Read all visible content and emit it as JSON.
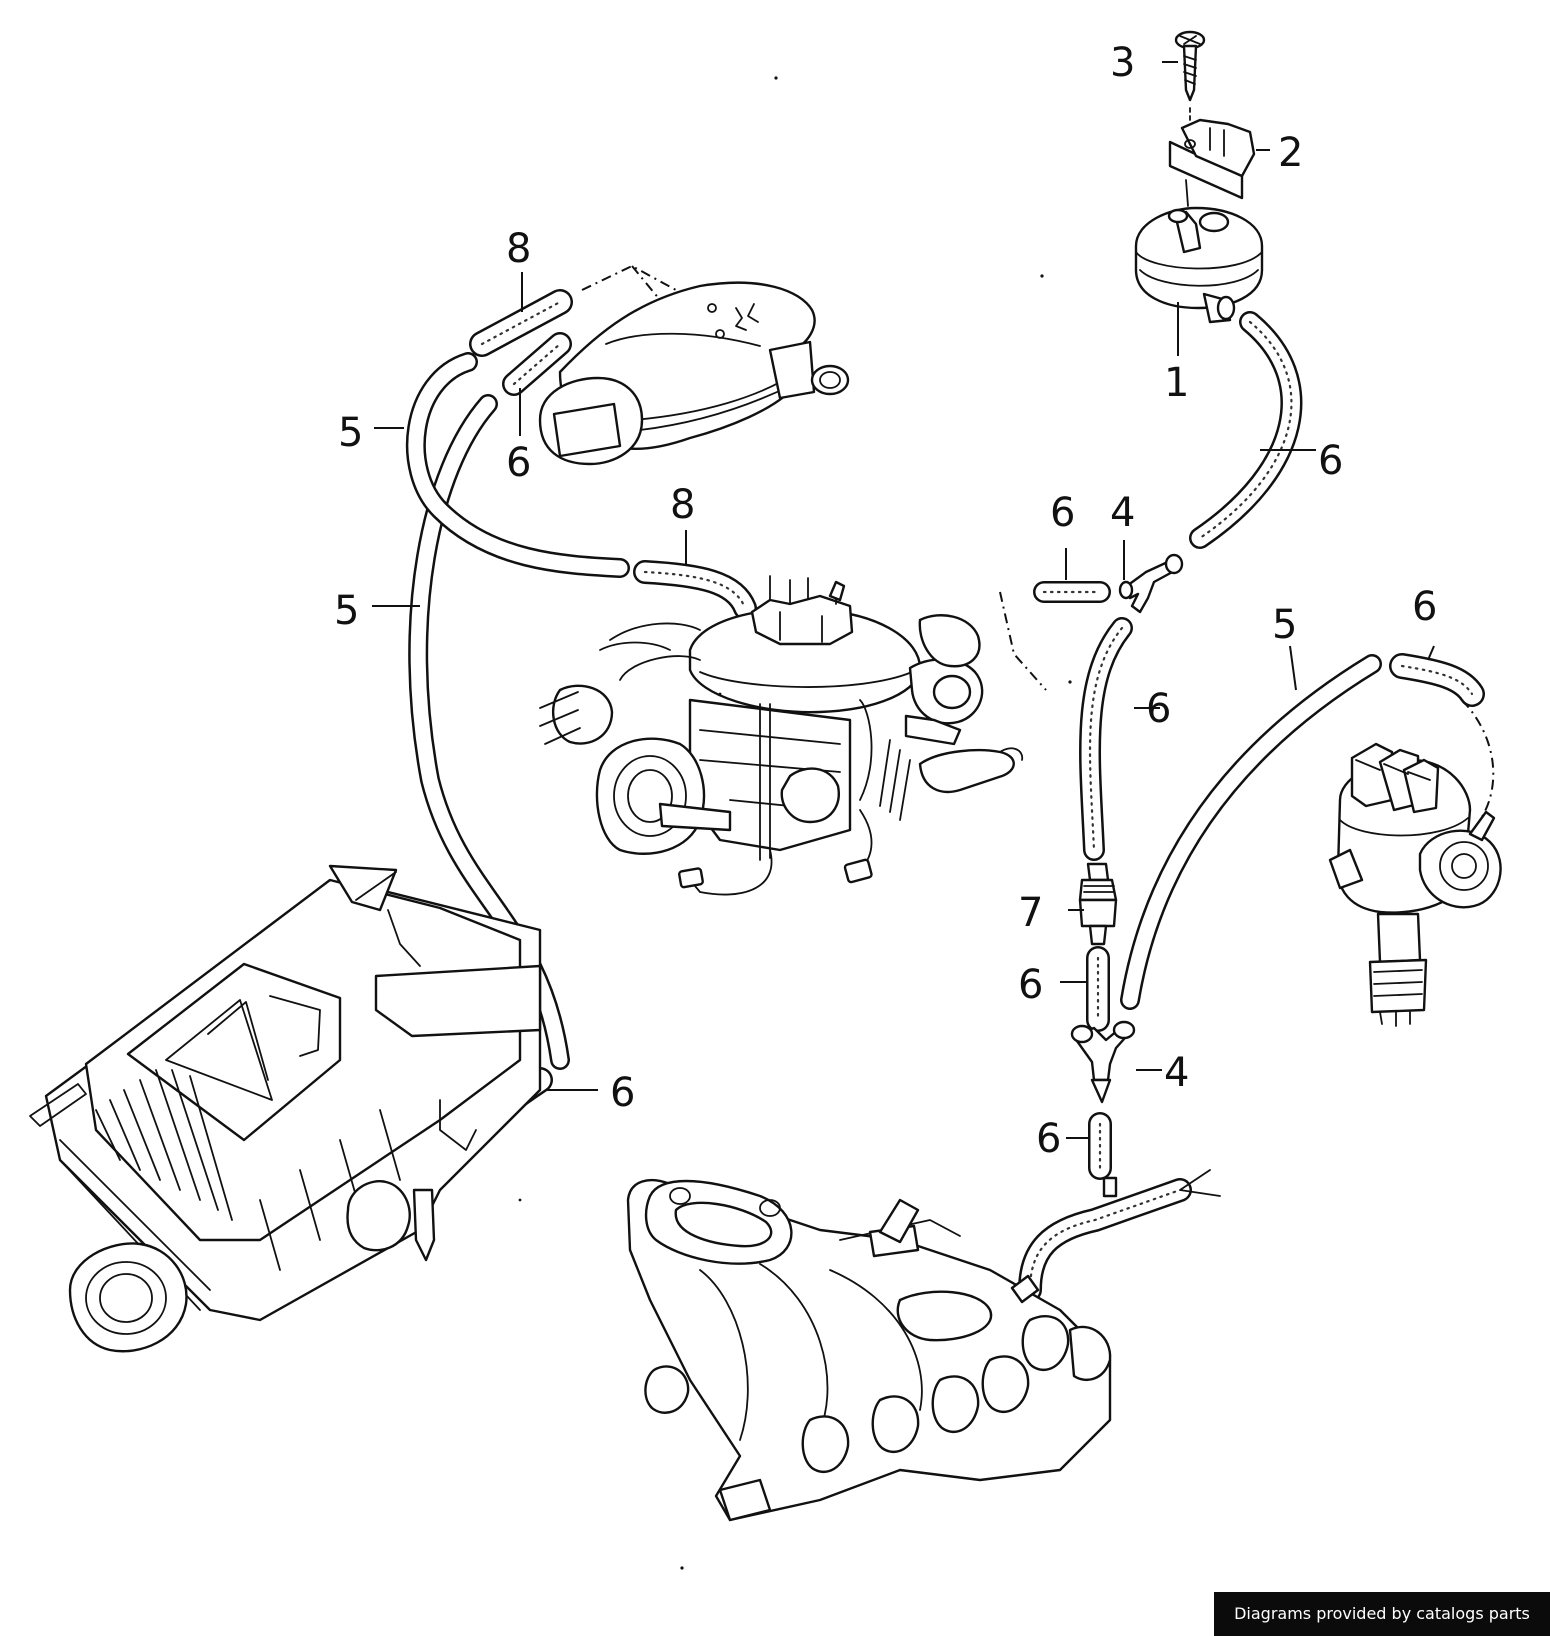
{
  "callouts": {
    "c1": "1",
    "c2": "2",
    "c3": "3",
    "c4a": "4",
    "c4b": "4",
    "c5a": "5",
    "c5b": "5",
    "c5c": "5",
    "c6a": "6",
    "c6b": "6",
    "c6c": "6",
    "c6d": "6",
    "c6e": "6",
    "c6f": "6",
    "c6g": "6",
    "c6h": "6",
    "c7": "7",
    "c8a": "8",
    "c8b": "8"
  },
  "credit": "Diagrams provided by catalogs parts",
  "colors": {
    "line": "#111111",
    "background": "#ffffff",
    "credit_bg": "#0b0b0b",
    "credit_text": "#ffffff"
  }
}
